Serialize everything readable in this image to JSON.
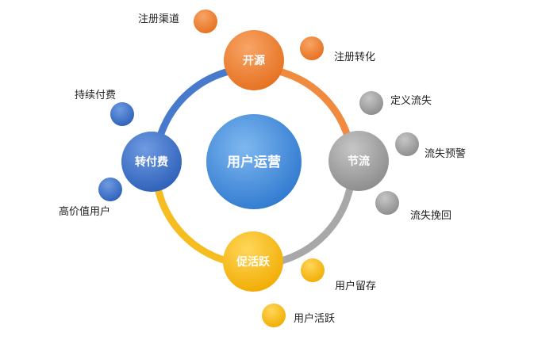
{
  "center": {
    "label": "用户运营",
    "color": "#4a90d9"
  },
  "stages": {
    "acquire": {
      "label": "开源",
      "color": "#ee7d31"
    },
    "retain": {
      "label": "节流",
      "color": "#9b9b9b"
    },
    "activate": {
      "label": "促活跃",
      "color": "#f5b800"
    },
    "monetize": {
      "label": "转付费",
      "color": "#3a6cc4"
    }
  },
  "sub_items": {
    "acquire_channel": "注册渠道",
    "acquire_conversion": "注册转化",
    "retain_define": "定义流失",
    "retain_warning": "流失预警",
    "retain_recall": "流失挽回",
    "activate_retention": "用户留存",
    "activate_active": "用户活跃",
    "monetize_continue": "持续付费",
    "monetize_high_value": "高价值用户"
  }
}
